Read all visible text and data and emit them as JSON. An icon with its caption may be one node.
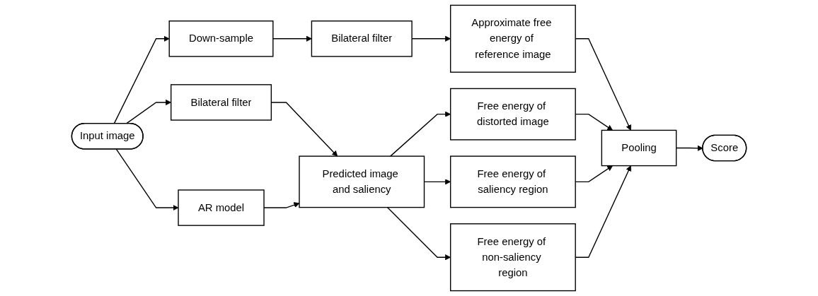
{
  "diagram": {
    "nodes": [
      {
        "text": [
          "Input image"
        ]
      },
      {
        "text": [
          "Down-sample"
        ]
      },
      {
        "text": [
          "Bilateral filter"
        ]
      },
      {
        "text": [
          "Approximate free energy of reference image"
        ]
      },
      {
        "text": [
          "Bilateral filter"
        ]
      },
      {
        "text": [
          "AR model"
        ]
      },
      {
        "text": [
          "Predicted image and saliency"
        ]
      },
      {
        "text": [
          "Free energy of distorted image"
        ]
      },
      {
        "text": [
          "Free energy of saliency region"
        ]
      },
      {
        "text": [
          "Free energy of non-saliency region"
        ]
      },
      {
        "text": [
          "Pooling"
        ]
      },
      {
        "text": [
          "Score"
        ]
      }
    ],
    "edges": [
      {
        "from": 0,
        "to": 1,
        "arrow": "to"
      },
      {
        "from": 0,
        "to": 4,
        "arrow": "to"
      },
      {
        "from": 0,
        "to": 5,
        "arrow": "to"
      },
      {
        "from": 1,
        "to": 2,
        "arrow": "to"
      },
      {
        "from": 2,
        "to": 3,
        "arrow": "to"
      },
      {
        "from": 4,
        "to": 6,
        "arrow": "to"
      },
      {
        "from": 5,
        "to": 6,
        "arrow": "to"
      },
      {
        "from": 6,
        "to": 7,
        "arrow": "to"
      },
      {
        "from": 6,
        "to": 8,
        "arrow": "to"
      },
      {
        "from": 6,
        "to": 9,
        "arrow": "to"
      },
      {
        "from": 3,
        "to": 10,
        "arrow": "to"
      },
      {
        "from": 7,
        "to": 10,
        "arrow": "to"
      },
      {
        "from": 8,
        "to": 10,
        "arrow": "to"
      },
      {
        "from": 9,
        "to": 10,
        "arrow": "to"
      },
      {
        "from": 10,
        "to": 11,
        "arrow": "to"
      }
    ]
  }
}
